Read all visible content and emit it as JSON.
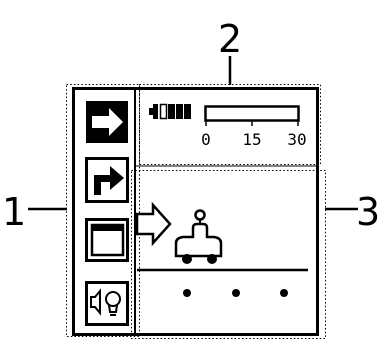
{
  "callouts": {
    "left": "1",
    "top": "2",
    "right": "3"
  },
  "scale": {
    "ticks": [
      "0",
      "15",
      "30"
    ],
    "level": 0
  },
  "battery": {
    "level": 0.75
  },
  "icons": [
    "arrow-right-icon",
    "turn-right-arrow-icon",
    "window-icon",
    "speaker-bulb-icon"
  ],
  "scene": {
    "direction": "right-arrow-icon",
    "vehicle": "vehicle-icon",
    "markers": 3
  },
  "colors": {
    "ink": "#000000",
    "background": "#ffffff"
  }
}
